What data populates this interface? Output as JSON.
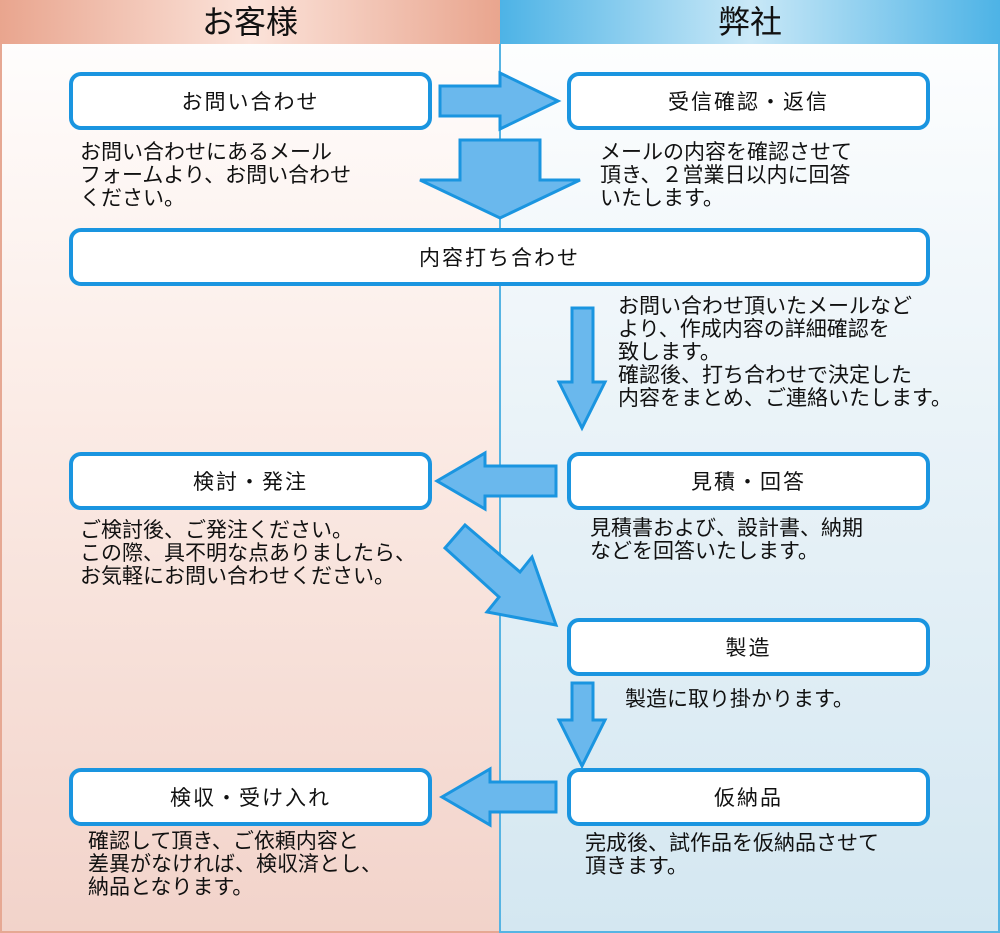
{
  "headers": {
    "customer": "お客様",
    "company": "弊社"
  },
  "steps": {
    "inquiry": {
      "label": "お問い合わせ",
      "description": "お問い合わせにあるメール\nフォームより、お問い合わせ\nください。"
    },
    "reception": {
      "label": "受信確認・返信",
      "description": "メールの内容を確認させて\n頂き、２営業日以内に回答\nいたします。"
    },
    "meeting": {
      "label": "内容打ち合わせ",
      "description": "お問い合わせ頂いたメールなど\nより、作成内容の詳細確認を\n致します。\n確認後、打ち合わせで決定した\n内容をまとめ、ご連絡いたします。"
    },
    "estimate": {
      "label": "見積・回答",
      "description": "見積書および、設計書、納期\nなどを回答いたします。"
    },
    "review_order": {
      "label": "検討・発注",
      "description": "ご検討後、ご発注ください。\nこの際、具不明な点ありましたら、\nお気軽にお問い合わせください。"
    },
    "manufacturing": {
      "label": "製造",
      "description": "製造に取り掛かります。"
    },
    "provisional_delivery": {
      "label": "仮納品",
      "description": "完成後、試作品を仮納品させて\n頂きます。"
    },
    "acceptance": {
      "label": "検収・受け入れ",
      "description": "確認して頂き、ご依頼内容と\n差異がなければ、検収済とし、\n納品となります。"
    }
  },
  "colors": {
    "box_border": "#1a95e0",
    "arrow_fill": "#6ab8ed",
    "customer_header": "#e9a58e",
    "company_header": "#4db3e6"
  }
}
